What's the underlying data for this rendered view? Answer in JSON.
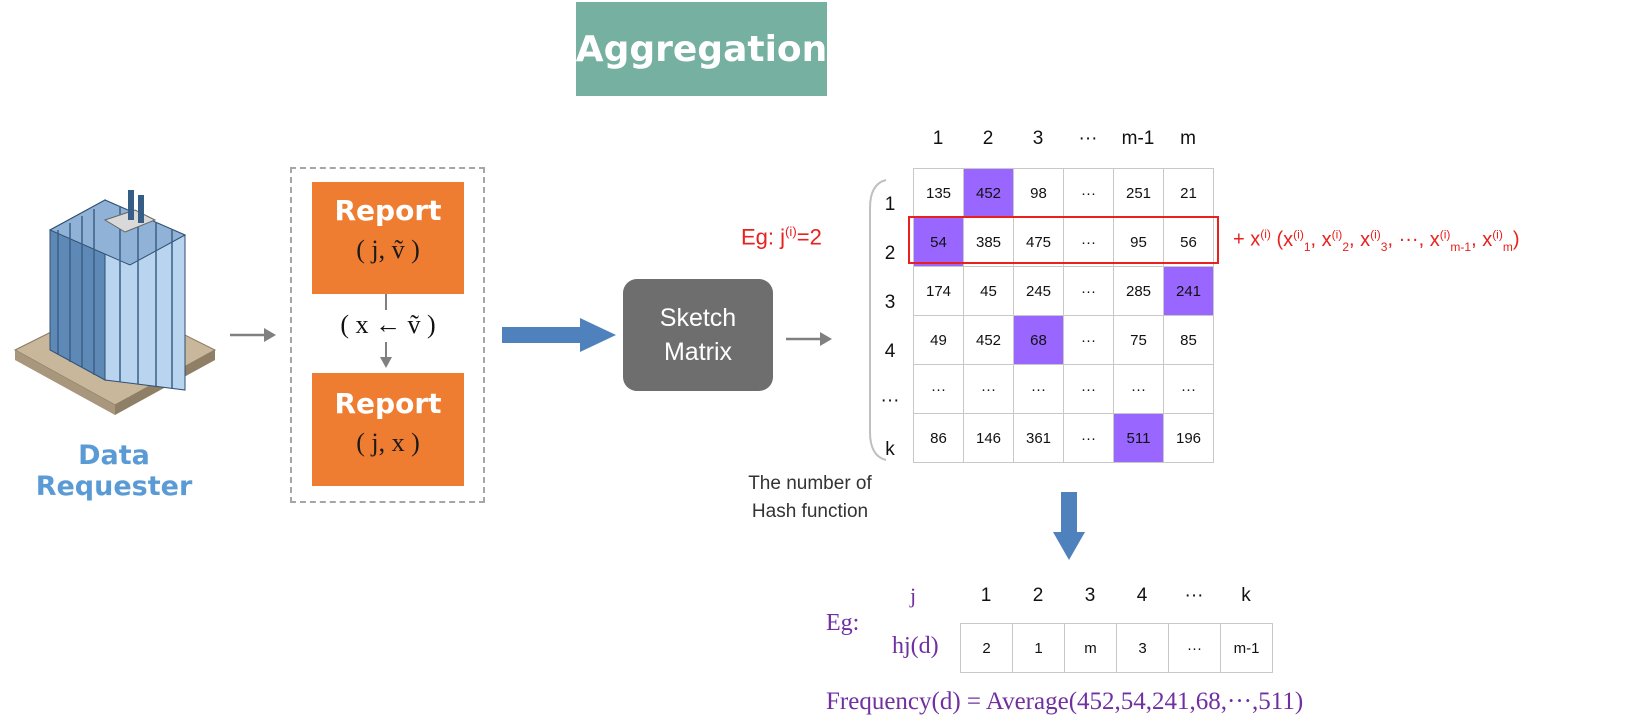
{
  "title": "Aggregation",
  "requester": {
    "label": "Data Requester"
  },
  "report_top": {
    "label": "Report",
    "args": "( j, ṽ )"
  },
  "transform": "( x ← ṽ )",
  "report_bottom": {
    "label": "Report",
    "args": "( j, x )"
  },
  "sketch": {
    "line1": "Sketch",
    "line2": "Matrix"
  },
  "matrix": {
    "col_headers": [
      "1",
      "2",
      "3",
      "···",
      "m-1",
      "m"
    ],
    "row_headers": [
      "1",
      "2",
      "3",
      "4",
      "···",
      "k"
    ],
    "rows": [
      [
        "135",
        "452",
        "98",
        "···",
        "251",
        "21"
      ],
      [
        "54",
        "385",
        "475",
        "···",
        "95",
        "56"
      ],
      [
        "174",
        "45",
        "245",
        "···",
        "285",
        "241"
      ],
      [
        "49",
        "452",
        "68",
        "···",
        "75",
        "85"
      ],
      [
        "···",
        "···",
        "···",
        "···",
        "···",
        "···"
      ],
      [
        "86",
        "146",
        "361",
        "···",
        "511",
        "196"
      ]
    ],
    "highlighted": [
      [
        0,
        1
      ],
      [
        1,
        0
      ],
      [
        2,
        5
      ],
      [
        3,
        2
      ],
      [
        5,
        4
      ]
    ],
    "highlight_color": "#9966ff",
    "row_highlight_color": "#e8211e"
  },
  "eg_j": {
    "prefix": "Eg: j",
    "sup": "(i)",
    "suffix": "=2"
  },
  "x_vector": {
    "plus": "+ x",
    "sup": "(i)",
    "items": [
      {
        "base": "x",
        "sup": "(i)",
        "sub": "1"
      },
      {
        "base": "x",
        "sup": "(i)",
        "sub": "2"
      },
      {
        "base": "x",
        "sup": "(i)",
        "sub": "3"
      },
      {
        "base": "···",
        "sup": "",
        "sub": ""
      },
      {
        "base": "x",
        "sup": "(i)",
        "sub": "m-1"
      },
      {
        "base": "x",
        "sup": "(i)",
        "sub": "m"
      }
    ]
  },
  "hash_caption": {
    "line1": "The number of",
    "line2": "Hash function"
  },
  "hash_table": {
    "eg_label": "Eg:",
    "top_label": "j",
    "side_label": "hj(d)",
    "col_headers": [
      "1",
      "2",
      "3",
      "4",
      "···",
      "k"
    ],
    "values": [
      "2",
      "1",
      "m",
      "3",
      "···",
      "m-1"
    ]
  },
  "frequency": "Frequency(d) = Average(452,54,241,68,···,511)",
  "colors": {
    "title_bg": "#76b0a0",
    "report_bg": "#ee7d31",
    "sketch_bg": "#6e6e6e",
    "arrow_blue": "#4f81bd",
    "purple": "#7030a0"
  }
}
